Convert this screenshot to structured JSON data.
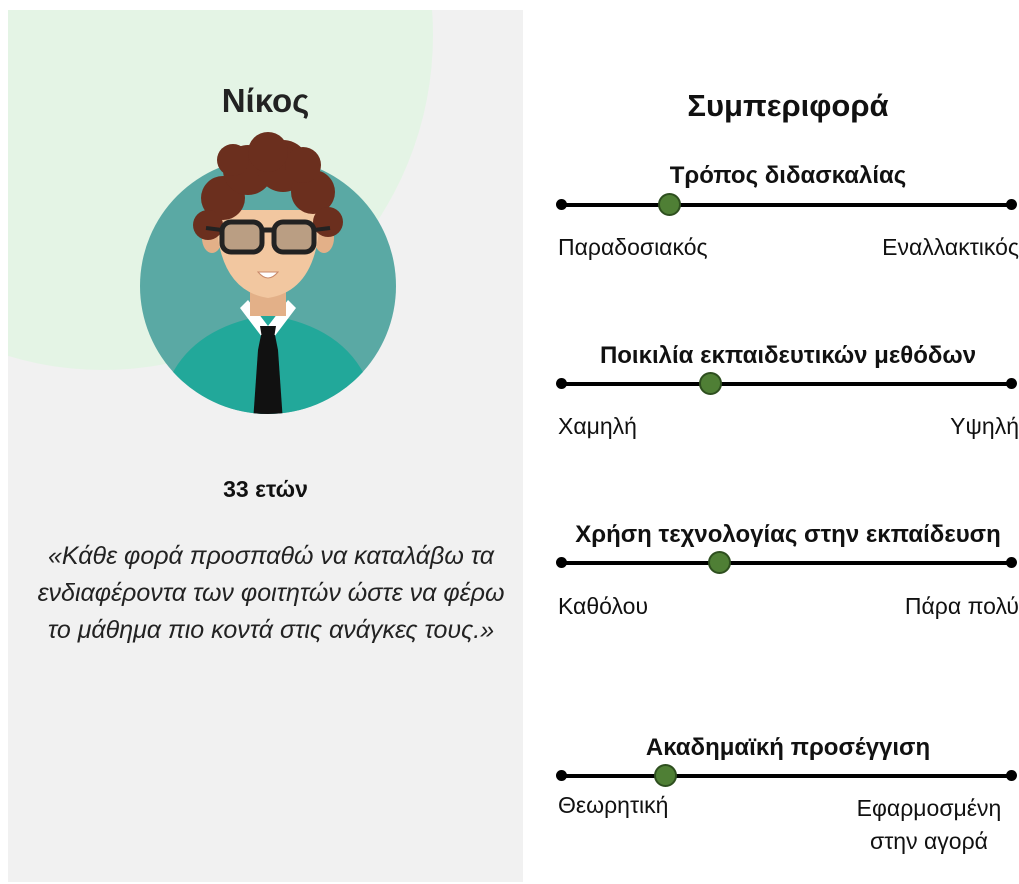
{
  "profile": {
    "name": "Νίκος",
    "age": "33 ετών",
    "quote": "«Κάθε φορά προσπαθώ να καταλάβω τα ενδιαφέροντα των φοιτητών ώστε να φέρω το μάθημα πιο κοντά στις ανάγκες τους.»"
  },
  "behavior": {
    "title": "Συμπεριφορά",
    "scales": [
      {
        "title": "Τρόπος διδασκαλίας",
        "low": "Παραδοσιακός",
        "high": "Εναλλακτικός",
        "value": 0.24
      },
      {
        "title": "Ποικιλία εκπαιδευτικών μεθόδων",
        "low": "Χαμηλή",
        "high": "Υψηλή",
        "value": 0.33
      },
      {
        "title": "Χρήση τεχνολογίας στην εκπαίδευση",
        "low": "Καθόλου",
        "high": "Πάρα πολύ",
        "value": 0.35
      },
      {
        "title": "Ακαδημαϊκή προσέγγιση",
        "low": "Θεωρητική",
        "high": "Εφαρμοσμένη στην αγορά",
        "value": 0.23
      }
    ]
  },
  "colors": {
    "knob": "#4f7f35",
    "avatar_bg": "#5aa9a4",
    "shirt": "#22a89a"
  }
}
